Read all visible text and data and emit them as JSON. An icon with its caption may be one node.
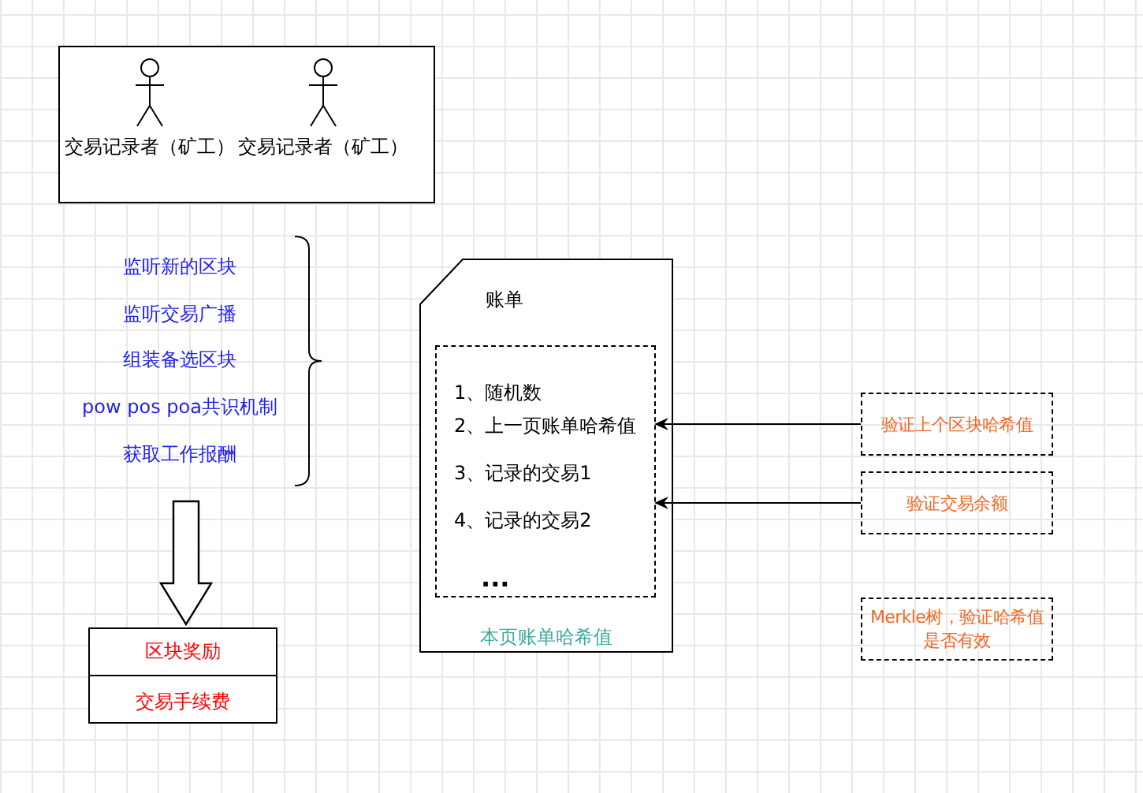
{
  "diagram": {
    "nodes": [
      {
        "text": [],
        "shape": "box"
      },
      {
        "text": [
          "交易记录者（矿工）"
        ],
        "in": 0
      },
      {
        "text": [
          "交易记录者（矿工）"
        ],
        "in": 0
      },
      {
        "text": [
          "监听新的区块",
          "监听交易广播",
          "组装备选区块",
          "pow pos poa共识机制",
          "获取工作报酬"
        ]
      },
      {
        "text": [
          "区块奖励",
          "交易手续费"
        ]
      },
      {
        "text": [
          "账单",
          "本页账单哈希值"
        ]
      },
      {
        "text": [
          "1、随机数",
          "2、上一页账单哈希值",
          "3、记录的交易1",
          "4、记录的交易2",
          "..."
        ],
        "in": 5
      },
      {
        "text": [
          "验证上个区块哈希值"
        ]
      },
      {
        "text": [
          "验证交易余额"
        ]
      },
      {
        "text": [
          "Merkle树，验证哈希值是否有效"
        ]
      }
    ],
    "edges": [
      {
        "from": 3,
        "to": 4,
        "arrow": "to",
        "style": "thick"
      },
      {
        "from": 7,
        "to": 6,
        "arrow": "to"
      },
      {
        "from": 8,
        "to": 6,
        "arrow": "to"
      }
    ]
  }
}
